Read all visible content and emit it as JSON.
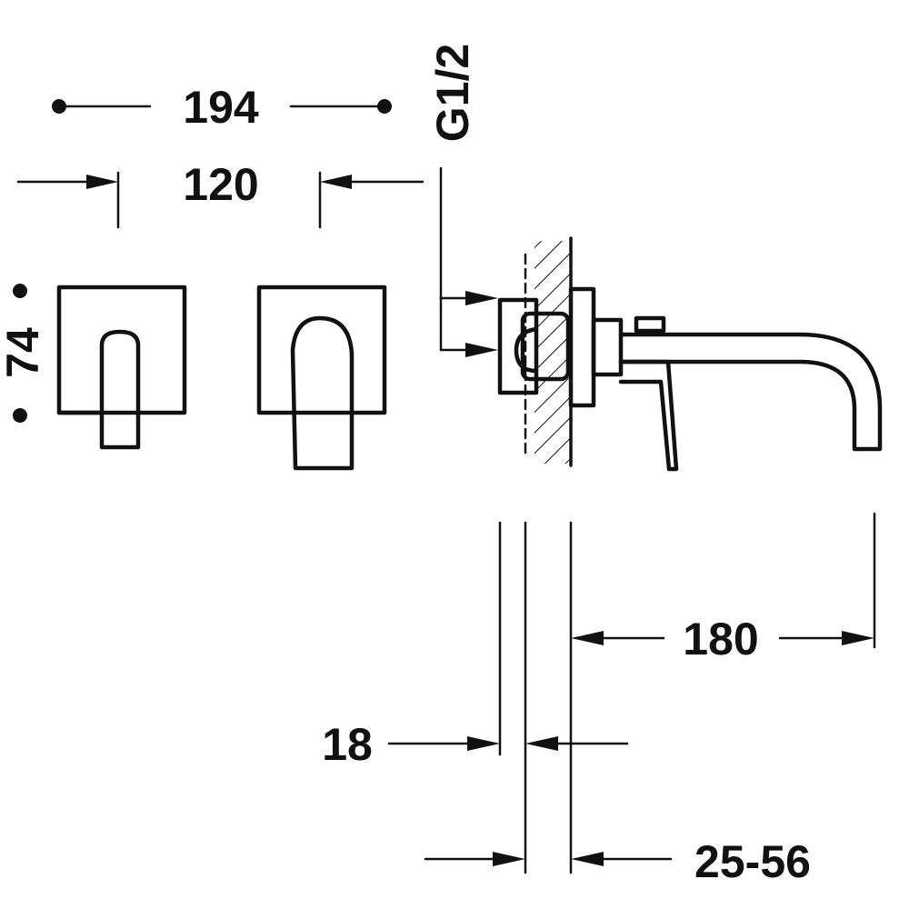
{
  "drawing": {
    "dimensions": {
      "overall_width": "194",
      "plate_width": "120",
      "plate_height": "74",
      "thread": "G1/2",
      "spout_projection": "180",
      "plate_depth": "18",
      "wall_range": "25-56"
    },
    "colors": {
      "line": "#111111",
      "background": "#ffffff"
    }
  }
}
